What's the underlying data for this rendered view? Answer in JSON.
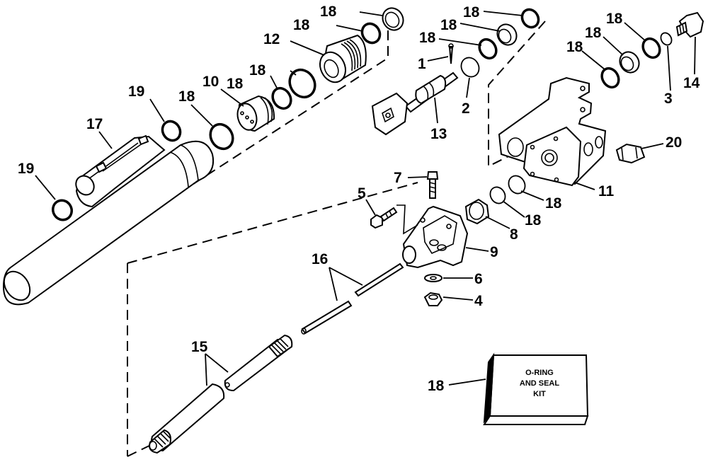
{
  "diagram": {
    "type": "exploded-parts-diagram",
    "subject": "power steering cylinder assembly",
    "callouts": [
      {
        "id": "c1",
        "label": "1",
        "part": "cotter pin"
      },
      {
        "id": "c2",
        "label": "2",
        "part": "o-ring"
      },
      {
        "id": "c3",
        "label": "3",
        "part": "washer"
      },
      {
        "id": "c4",
        "label": "4",
        "part": "nut"
      },
      {
        "id": "c5",
        "label": "5",
        "part": "screw"
      },
      {
        "id": "c6",
        "label": "6",
        "part": "washer"
      },
      {
        "id": "c7",
        "label": "7",
        "part": "screw"
      },
      {
        "id": "c8",
        "label": "8",
        "part": "nut"
      },
      {
        "id": "c9",
        "label": "9",
        "part": "bracket"
      },
      {
        "id": "c10",
        "label": "10",
        "part": "piston"
      },
      {
        "id": "c11",
        "label": "11",
        "part": "valve body"
      },
      {
        "id": "c12",
        "label": "12",
        "part": "end cap"
      },
      {
        "id": "c13",
        "label": "13",
        "part": "valve spool"
      },
      {
        "id": "c14",
        "label": "14",
        "part": "plug"
      },
      {
        "id": "c15",
        "label": "15",
        "part": "rod"
      },
      {
        "id": "c16",
        "label": "16",
        "part": "pin"
      },
      {
        "id": "c17",
        "label": "17",
        "part": "cylinder"
      },
      {
        "id": "c18",
        "label": "18",
        "part": "o-ring / seal"
      },
      {
        "id": "c19",
        "label": "19",
        "part": "o-ring"
      },
      {
        "id": "c20",
        "label": "20",
        "part": "fitting"
      }
    ],
    "labels": {
      "l1": "1",
      "l2": "2",
      "l3": "3",
      "l4": "4",
      "l5": "5",
      "l6": "6",
      "l7": "7",
      "l8": "8",
      "l9": "9",
      "l10": "10",
      "l11": "11",
      "l12": "12",
      "l13": "13",
      "l14": "14",
      "l15": "15",
      "l16": "16",
      "l17": "17",
      "l18": "18",
      "l19": "19",
      "l20": "20"
    },
    "kit_box": {
      "callout": "18",
      "text_lines": [
        "O-RING",
        "AND SEAL",
        "KIT"
      ]
    }
  }
}
